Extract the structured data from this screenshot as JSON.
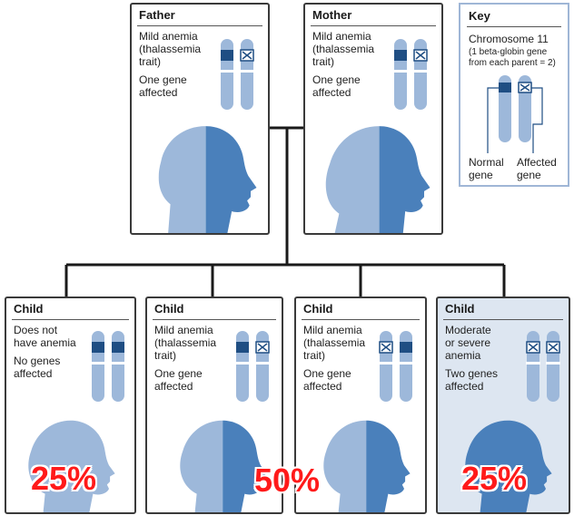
{
  "colors": {
    "head_light": "#9db8da",
    "head_dark": "#4a80bb",
    "chrom_fill": "#9db8da",
    "band_normal": "#1f4e83",
    "percent_red": "#ff1a1a",
    "connector": "#1a1a1a"
  },
  "parents": [
    {
      "id": "father",
      "title": "Father",
      "desc": [
        "Mild anemia\n(thalassemia\ntrait)",
        "One gene\naffected"
      ],
      "genes": [
        "normal",
        "affected"
      ],
      "head": "split",
      "gender": "male"
    },
    {
      "id": "mother",
      "title": "Mother",
      "desc": [
        "Mild anemia\n(thalassemia\ntrait)",
        "One gene\naffected"
      ],
      "genes": [
        "normal",
        "affected"
      ],
      "head": "split",
      "gender": "female"
    }
  ],
  "children": [
    {
      "id": "child-1",
      "title": "Child",
      "desc": [
        "Does not\nhave anemia",
        "No genes\naffected"
      ],
      "genes": [
        "normal",
        "normal"
      ],
      "head": "light",
      "percent": "25%"
    },
    {
      "id": "child-2",
      "title": "Child",
      "desc": [
        "Mild anemia\n(thalassemia\ntrait)",
        "One gene\naffected"
      ],
      "genes": [
        "normal",
        "affected"
      ],
      "head": "split",
      "percent": "50%"
    },
    {
      "id": "child-3",
      "title": "Child",
      "desc": [
        "Mild anemia\n(thalassemia\ntrait)",
        "One gene\naffected"
      ],
      "genes": [
        "affected",
        "normal"
      ],
      "head": "split",
      "percent": ""
    },
    {
      "id": "child-4",
      "title": "Child",
      "desc": [
        "Moderate\nor severe\nanemia",
        "Two genes\naffected"
      ],
      "genes": [
        "affected",
        "affected"
      ],
      "head": "dark",
      "percent": "25%"
    }
  ],
  "key": {
    "title": "Key",
    "chromosome": "Chromosome 11",
    "note": "(1 beta-globin gene\nfrom each parent = 2)",
    "normal_label": "Normal\ngene",
    "affected_label": "Affected\ngene"
  }
}
